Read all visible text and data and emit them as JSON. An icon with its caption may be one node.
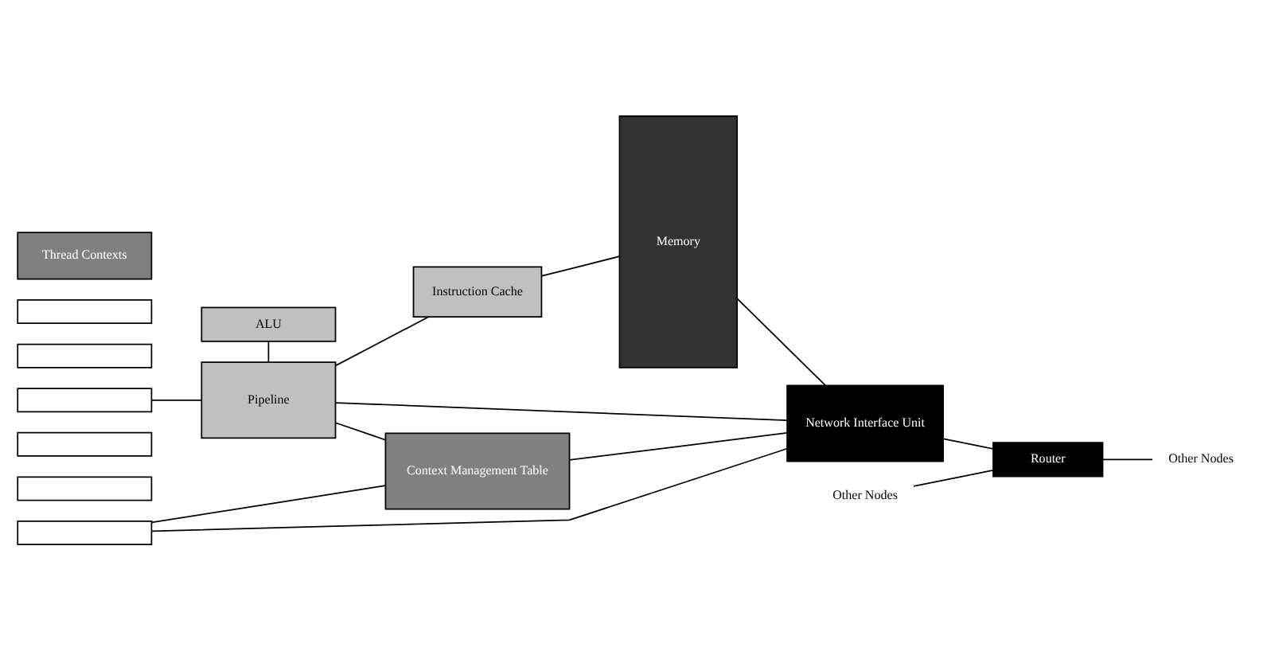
{
  "diagram": {
    "nodes": [
      {
        "text": [
          "Thread Contexts"
        ]
      },
      {
        "text": [],
        "shape": "box"
      },
      {
        "text": [],
        "shape": "box"
      },
      {
        "text": [],
        "shape": "box"
      },
      {
        "text": [],
        "shape": "box"
      },
      {
        "text": [],
        "shape": "box"
      },
      {
        "text": [],
        "shape": "box"
      },
      {
        "text": [
          "ALU"
        ]
      },
      {
        "text": [
          "Pipeline"
        ]
      },
      {
        "text": [
          "Instruction Cache"
        ]
      },
      {
        "text": [
          "Memory"
        ]
      },
      {
        "text": [
          "Context Management Table"
        ]
      },
      {
        "text": [
          "Network Interface Unit"
        ]
      },
      {
        "text": [
          "Router"
        ]
      },
      {
        "text": [
          "Other Nodes"
        ]
      },
      {
        "text": [
          "Other Nodes"
        ]
      }
    ],
    "edges": [
      {
        "from": 7,
        "to": 8,
        "arrow": "none"
      },
      {
        "from": 3,
        "to": 8,
        "arrow": "none"
      },
      {
        "from": 8,
        "to": 9,
        "arrow": "none"
      },
      {
        "from": 9,
        "to": 10,
        "arrow": "none"
      },
      {
        "from": 8,
        "to": 11,
        "arrow": "none"
      },
      {
        "from": 8,
        "to": 12,
        "arrow": "none"
      },
      {
        "from": 6,
        "to": 11,
        "arrow": "none"
      },
      {
        "from": 6,
        "to": 12,
        "arrow": "none"
      },
      {
        "from": 11,
        "to": 12,
        "arrow": "none"
      },
      {
        "from": 10,
        "to": 12,
        "arrow": "none"
      },
      {
        "from": 12,
        "to": 13,
        "arrow": "none"
      },
      {
        "from": 14,
        "to": 13,
        "arrow": "none"
      },
      {
        "from": 13,
        "to": 15,
        "arrow": "none"
      }
    ]
  }
}
